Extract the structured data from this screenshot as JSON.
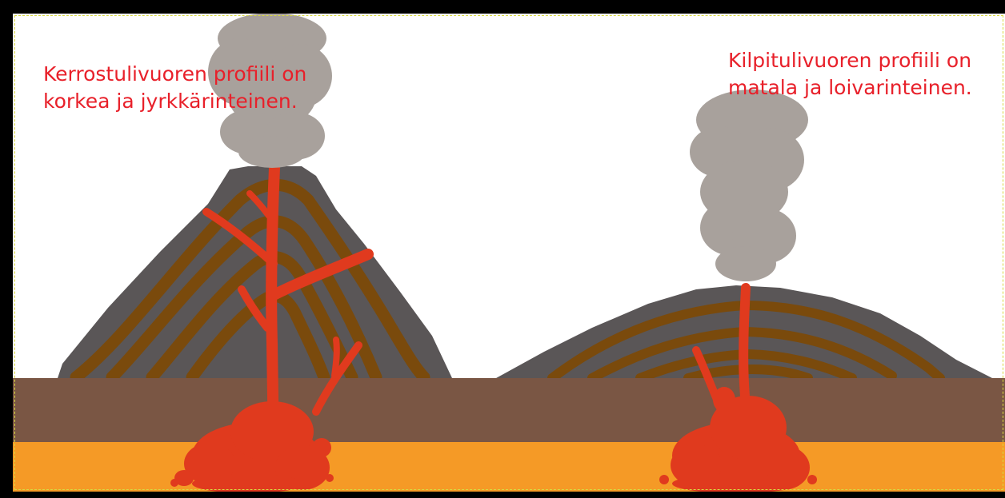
{
  "labels": {
    "stratovolcano": {
      "line1": "Kerrostulivuoren profiili on",
      "line2": "korkea ja jyrkkärinteinen."
    },
    "shield_volcano": {
      "line1": "Kilpitulivuoren profiili on",
      "line2": "matala ja loivarinteinen."
    }
  },
  "colors": {
    "label_text": "#e8202a",
    "volcano_rock": "#5a5657",
    "lava_layer": "#7a4a0c",
    "crust": "#7a5644",
    "mantle": "#f59a26",
    "magma": "#e03a1e",
    "smoke": "#a8a19c",
    "background": "#ffffff",
    "frame": "#000000"
  }
}
